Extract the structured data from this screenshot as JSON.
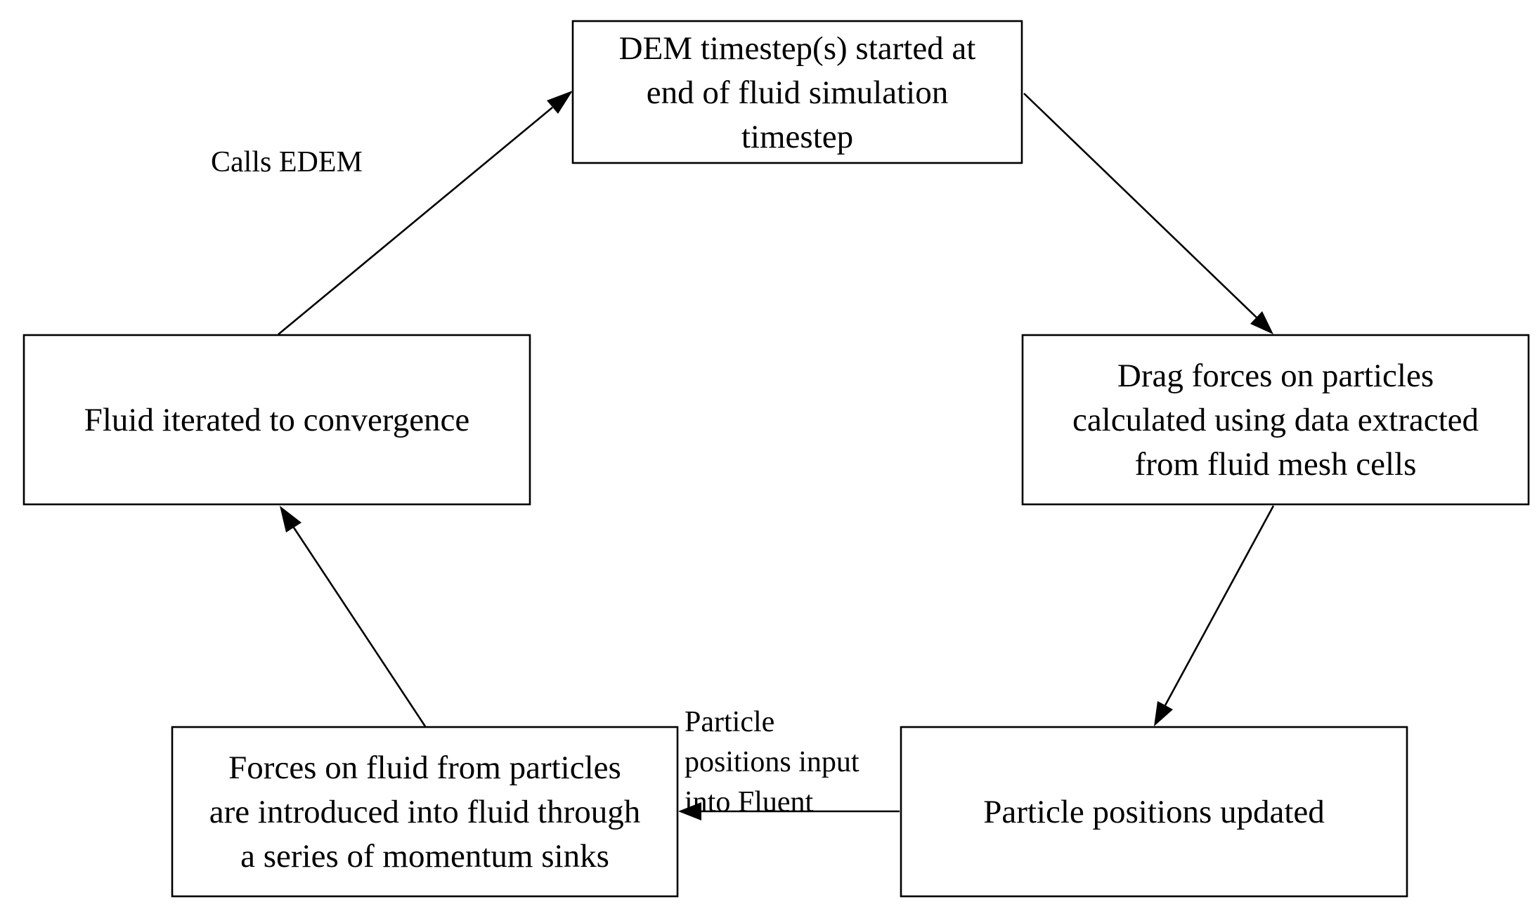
{
  "diagram": {
    "nodes": {
      "dem_start": [
        "DEM timestep(s) started at",
        "end of fluid simulation",
        "timestep"
      ],
      "drag_forces": [
        "Drag forces on particles",
        "calculated using data extracted",
        "from fluid mesh cells"
      ],
      "positions_updated": [
        "Particle positions updated"
      ],
      "fluid_forces": [
        "Forces on fluid from particles",
        "are introduced into fluid through",
        "a series of momentum sinks"
      ],
      "fluid_converge": [
        "Fluid iterated to convergence"
      ]
    },
    "edge_labels": {
      "calls_edem": [
        "Calls EDEM"
      ],
      "positions_input": [
        "Particle",
        "positions input",
        "into Fluent"
      ]
    },
    "colors": {
      "stroke": "#000000",
      "background": "#ffffff"
    }
  }
}
